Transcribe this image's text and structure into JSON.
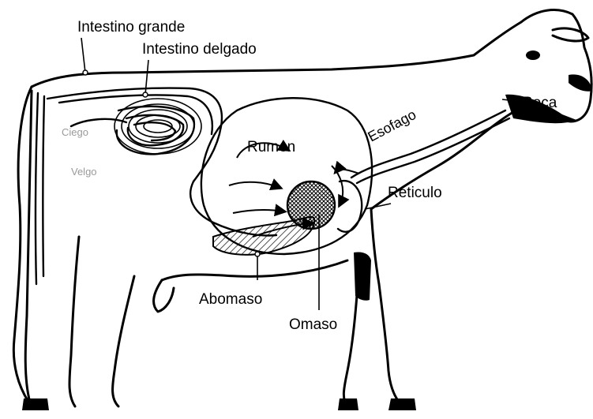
{
  "diagram": {
    "labels": {
      "intestino_grande": "Intestino grande",
      "intestino_delgado": "Intestino delgado",
      "boca": "Boca",
      "esofago": "Esofago",
      "rumen": "Rumen",
      "reticulo": "Reticulo",
      "abomaso": "Abomaso",
      "omaso": "Omaso",
      "faded_1": "Ciego",
      "faded_2": "Velgo"
    },
    "colors": {
      "ink": "#000000",
      "background": "#ffffff",
      "hatch": "#000000"
    }
  }
}
